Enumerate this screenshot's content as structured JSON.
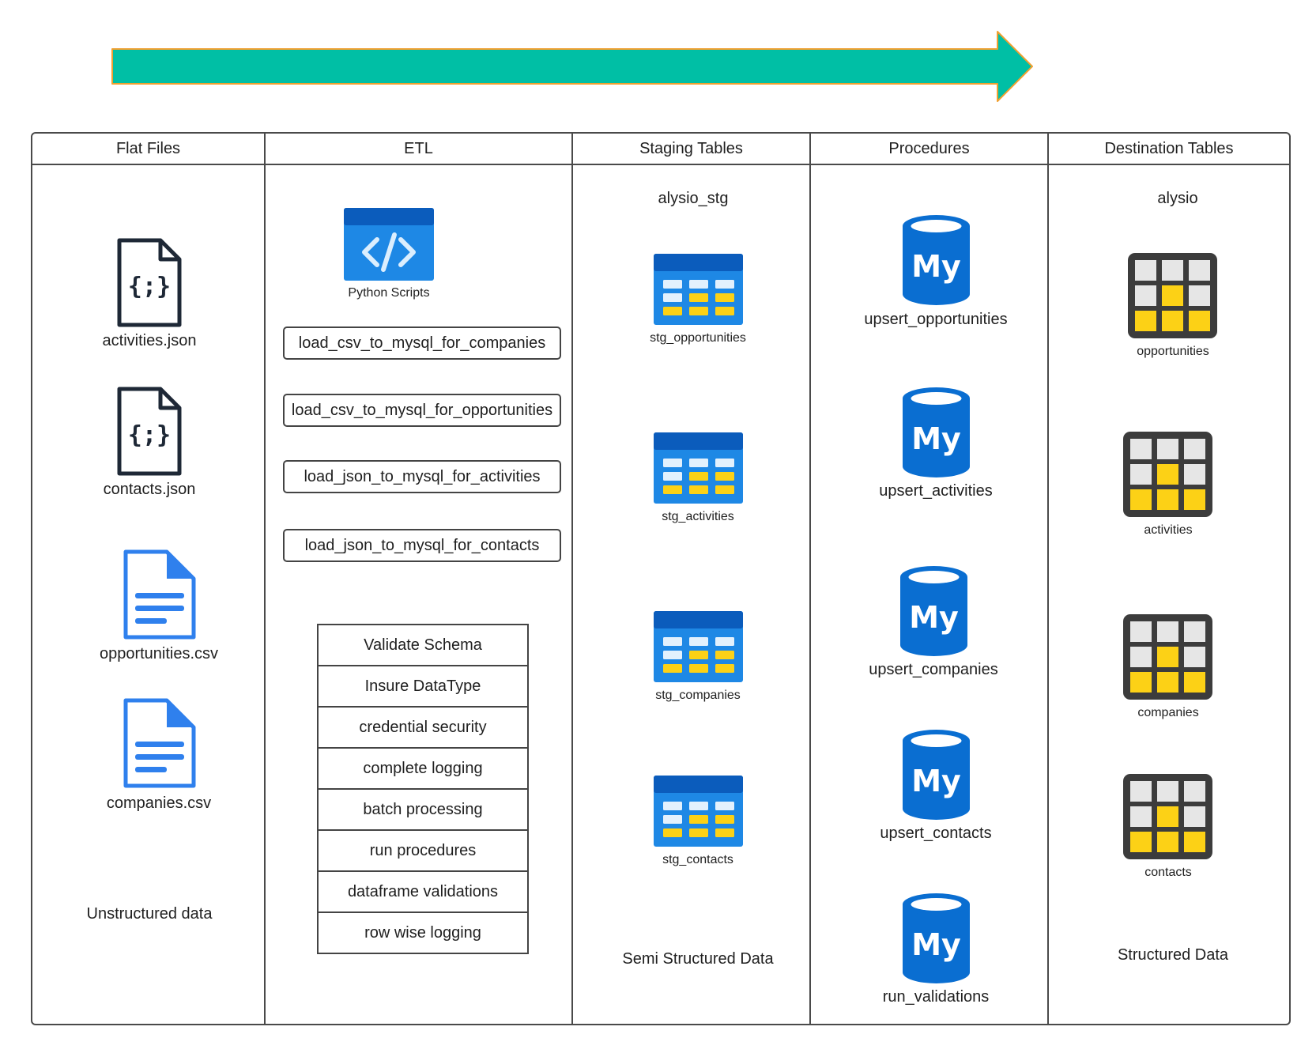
{
  "colors": {
    "arrow": "#00bfa5",
    "arrow_border": "#f0a030",
    "azure_blue": "#1e88e5",
    "azure_dark": "#0b5cbc",
    "yellow": "#fcd116",
    "grid_dark": "#3c3c3c",
    "mysql_blue": "#0a6ed1"
  },
  "columns": [
    {
      "title": "Flat Files"
    },
    {
      "title": "ETL"
    },
    {
      "title": "Staging Tables"
    },
    {
      "title": "Procedures"
    },
    {
      "title": "Destination Tables"
    }
  ],
  "flat_files": {
    "items": [
      {
        "label": "activities.json",
        "icon": "json-file-icon"
      },
      {
        "label": "contacts.json",
        "icon": "json-file-icon"
      },
      {
        "label": "opportunities.csv",
        "icon": "csv-document-icon"
      },
      {
        "label": "companies.csv",
        "icon": "csv-document-icon"
      }
    ],
    "footer": "Unstructured data"
  },
  "etl": {
    "scripts_label": "Python Scripts",
    "scripts_icon": "code-window-icon",
    "jobs": [
      "load_csv_to_mysql_for_companies",
      "load_csv_to_mysql_for_opportunities",
      "load_json_to_mysql_for_activities",
      "load_json_to_mysql_for_contacts"
    ],
    "features": [
      "Validate Schema",
      "Insure DataType",
      "credential security",
      "complete logging",
      "batch processing",
      "run procedures",
      "dataframe validations",
      "row wise logging"
    ]
  },
  "staging": {
    "schema": "alysio_stg",
    "tables": [
      "stg_opportunities",
      "stg_activities",
      "stg_companies",
      "stg_contacts"
    ],
    "footer": "Semi Structured Data"
  },
  "procedures": {
    "items": [
      "upsert_opportunities",
      "upsert_activities",
      "upsert_companies",
      "upsert_contacts",
      "run_validations"
    ],
    "icon": "mysql-database-icon"
  },
  "destination": {
    "schema": "alysio",
    "tables": [
      "opportunities",
      "activities",
      "companies",
      "contacts"
    ],
    "footer": "Structured Data"
  }
}
